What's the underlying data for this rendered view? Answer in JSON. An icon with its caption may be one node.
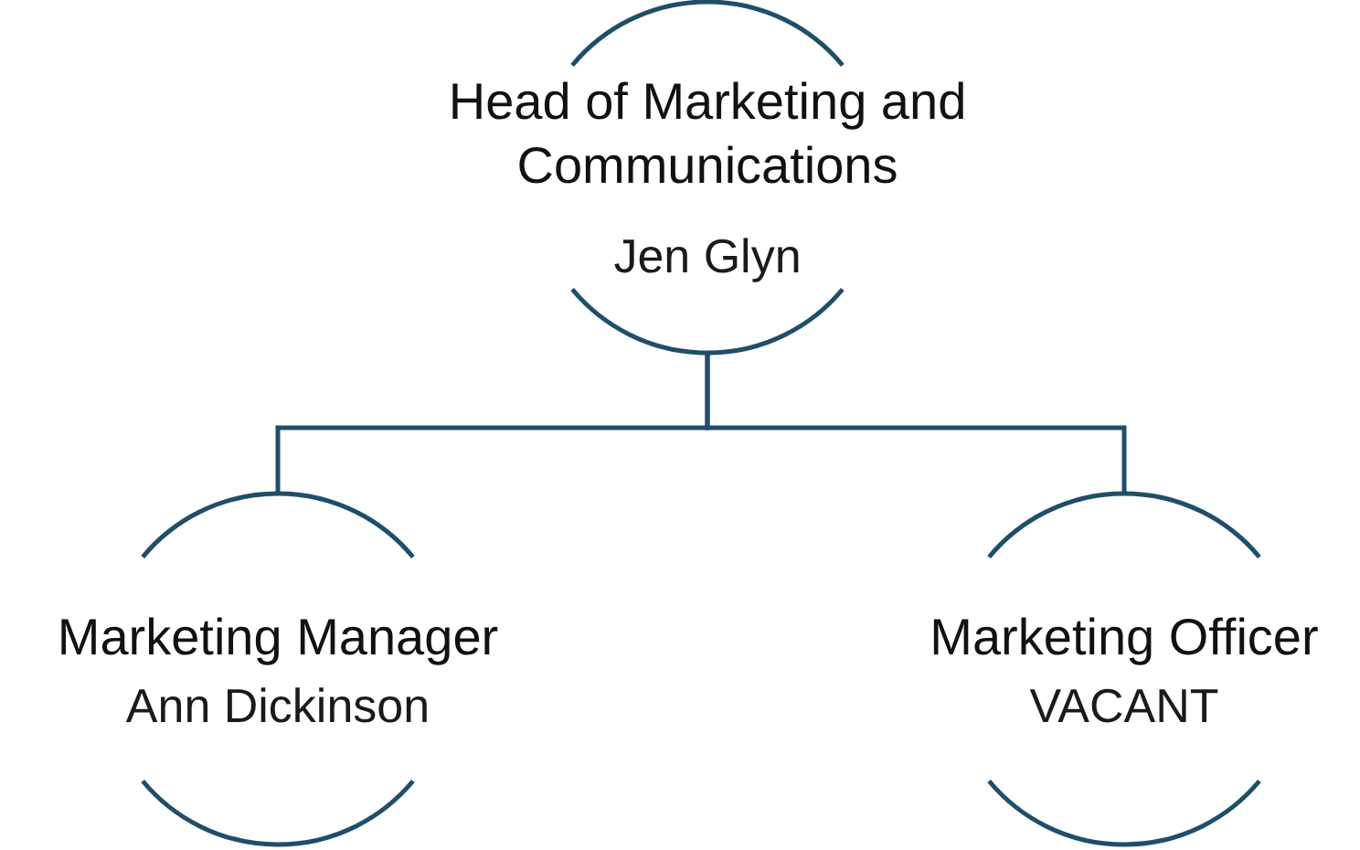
{
  "diagram": {
    "nodes": [
      {
        "text": [
          "Head of Marketing and Communications",
          "Jen Glyn"
        ]
      },
      {
        "text": [
          "Marketing Manager",
          "Ann Dickinson"
        ]
      },
      {
        "text": [
          "Marketing Officer",
          "VACANT"
        ]
      }
    ],
    "edges": [
      {
        "from": 0,
        "to": 1,
        "arrow": "none"
      },
      {
        "from": 0,
        "to": 2,
        "arrow": "none"
      }
    ]
  }
}
